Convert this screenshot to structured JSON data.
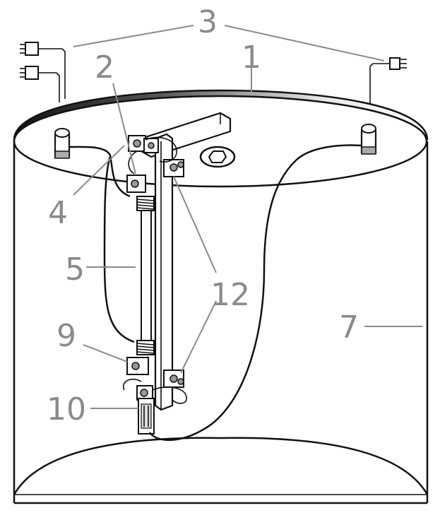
{
  "diagram": {
    "callouts": [
      {
        "id": "c3",
        "text": "3"
      },
      {
        "id": "c1",
        "text": "1"
      },
      {
        "id": "c2",
        "text": "2"
      },
      {
        "id": "c4",
        "text": "4"
      },
      {
        "id": "c5",
        "text": "5"
      },
      {
        "id": "c12",
        "text": "12"
      },
      {
        "id": "c7",
        "text": "7"
      },
      {
        "id": "c9",
        "text": "9"
      },
      {
        "id": "c10",
        "text": "10"
      }
    ]
  }
}
